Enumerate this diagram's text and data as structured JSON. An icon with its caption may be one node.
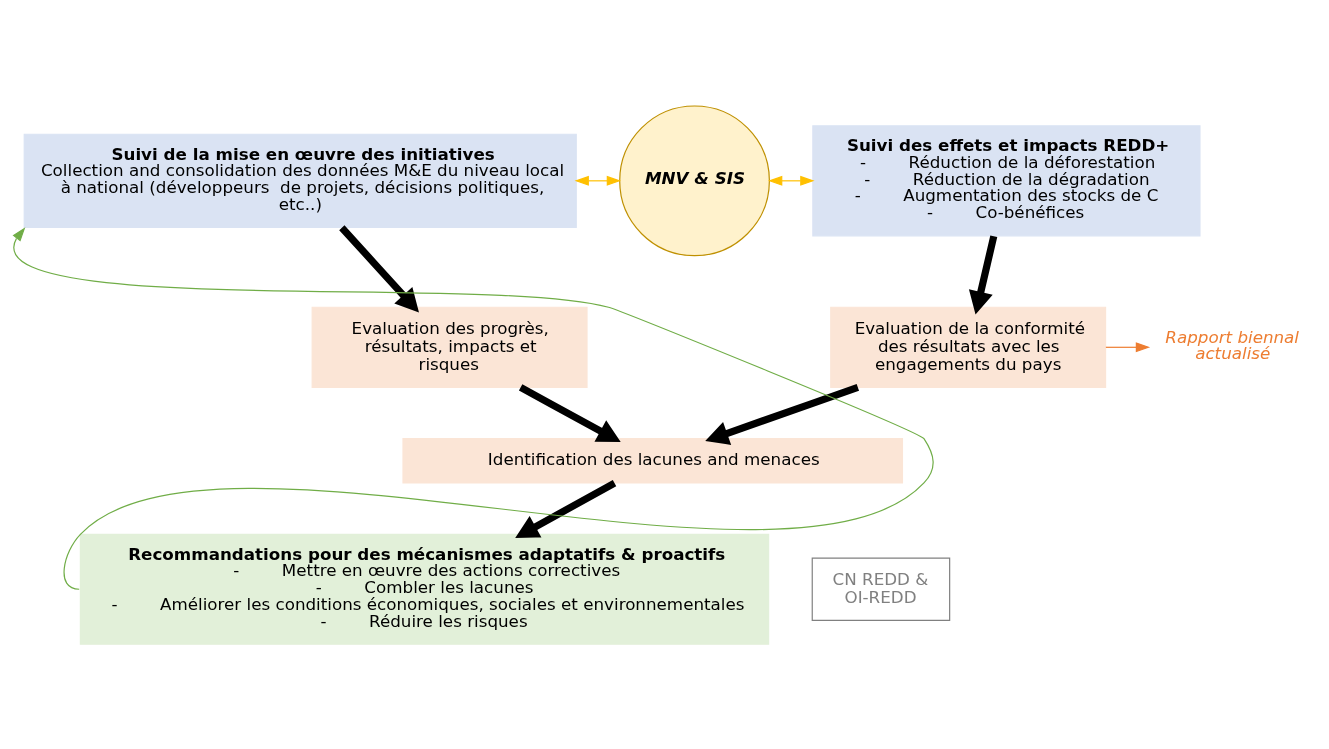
{
  "diagram": {
    "nodes": [
      {
        "text": [
          "Suivi de la mise en œuvre des initiatives",
          "Collection and consolidation des données M&E du niveau local à national (développeurs  de projets, décisions politiques, etc..)"
        ]
      },
      {
        "text": [
          "MNV & SIS"
        ]
      },
      {
        "text": [
          "Suivi des effets et impacts REDD+",
          "-        Réduction de la déforestation",
          "-        Réduction de la dégradation",
          "-        Augmentation des stocks de C",
          "-        Co-bénéfices"
        ]
      },
      {
        "text": [
          "Evaluation des progrès, résultats, impacts et risques"
        ]
      },
      {
        "text": [
          "Evaluation de la conformité des résultats avec les engagements du pays"
        ]
      },
      {
        "text": [
          "Rapport biennal actualisé"
        ]
      },
      {
        "text": [
          "Identification des lacunes and menaces"
        ]
      },
      {
        "text": [
          "Recommandations pour des mécanismes adaptatifs & proactifs",
          "-        Mettre en œuvre des actions correctives",
          "-        Combler les lacunes",
          "-        Améliorer les conditions économiques, sociales et environnementales",
          "-        Réduire les risques"
        ]
      },
      {
        "text": [
          "CN REDD & OI-REDD"
        ]
      }
    ],
    "edges": [
      {
        "from": 0,
        "to": 1,
        "arrow": "both",
        "color": "#ffc000"
      },
      {
        "from": 1,
        "to": 2,
        "arrow": "both",
        "color": "#ffc000"
      },
      {
        "from": 0,
        "to": 3,
        "arrow": "to"
      },
      {
        "from": 2,
        "to": 4,
        "arrow": "to"
      },
      {
        "from": 4,
        "to": 5,
        "arrow": "to",
        "color": "#ed7d31"
      },
      {
        "from": 3,
        "to": 6,
        "arrow": "to"
      },
      {
        "from": 4,
        "to": 6,
        "arrow": "to"
      },
      {
        "from": 6,
        "to": 7,
        "arrow": "to"
      },
      {
        "from": 7,
        "to": 0,
        "arrow": "to",
        "color": "#70ad47"
      }
    ]
  }
}
